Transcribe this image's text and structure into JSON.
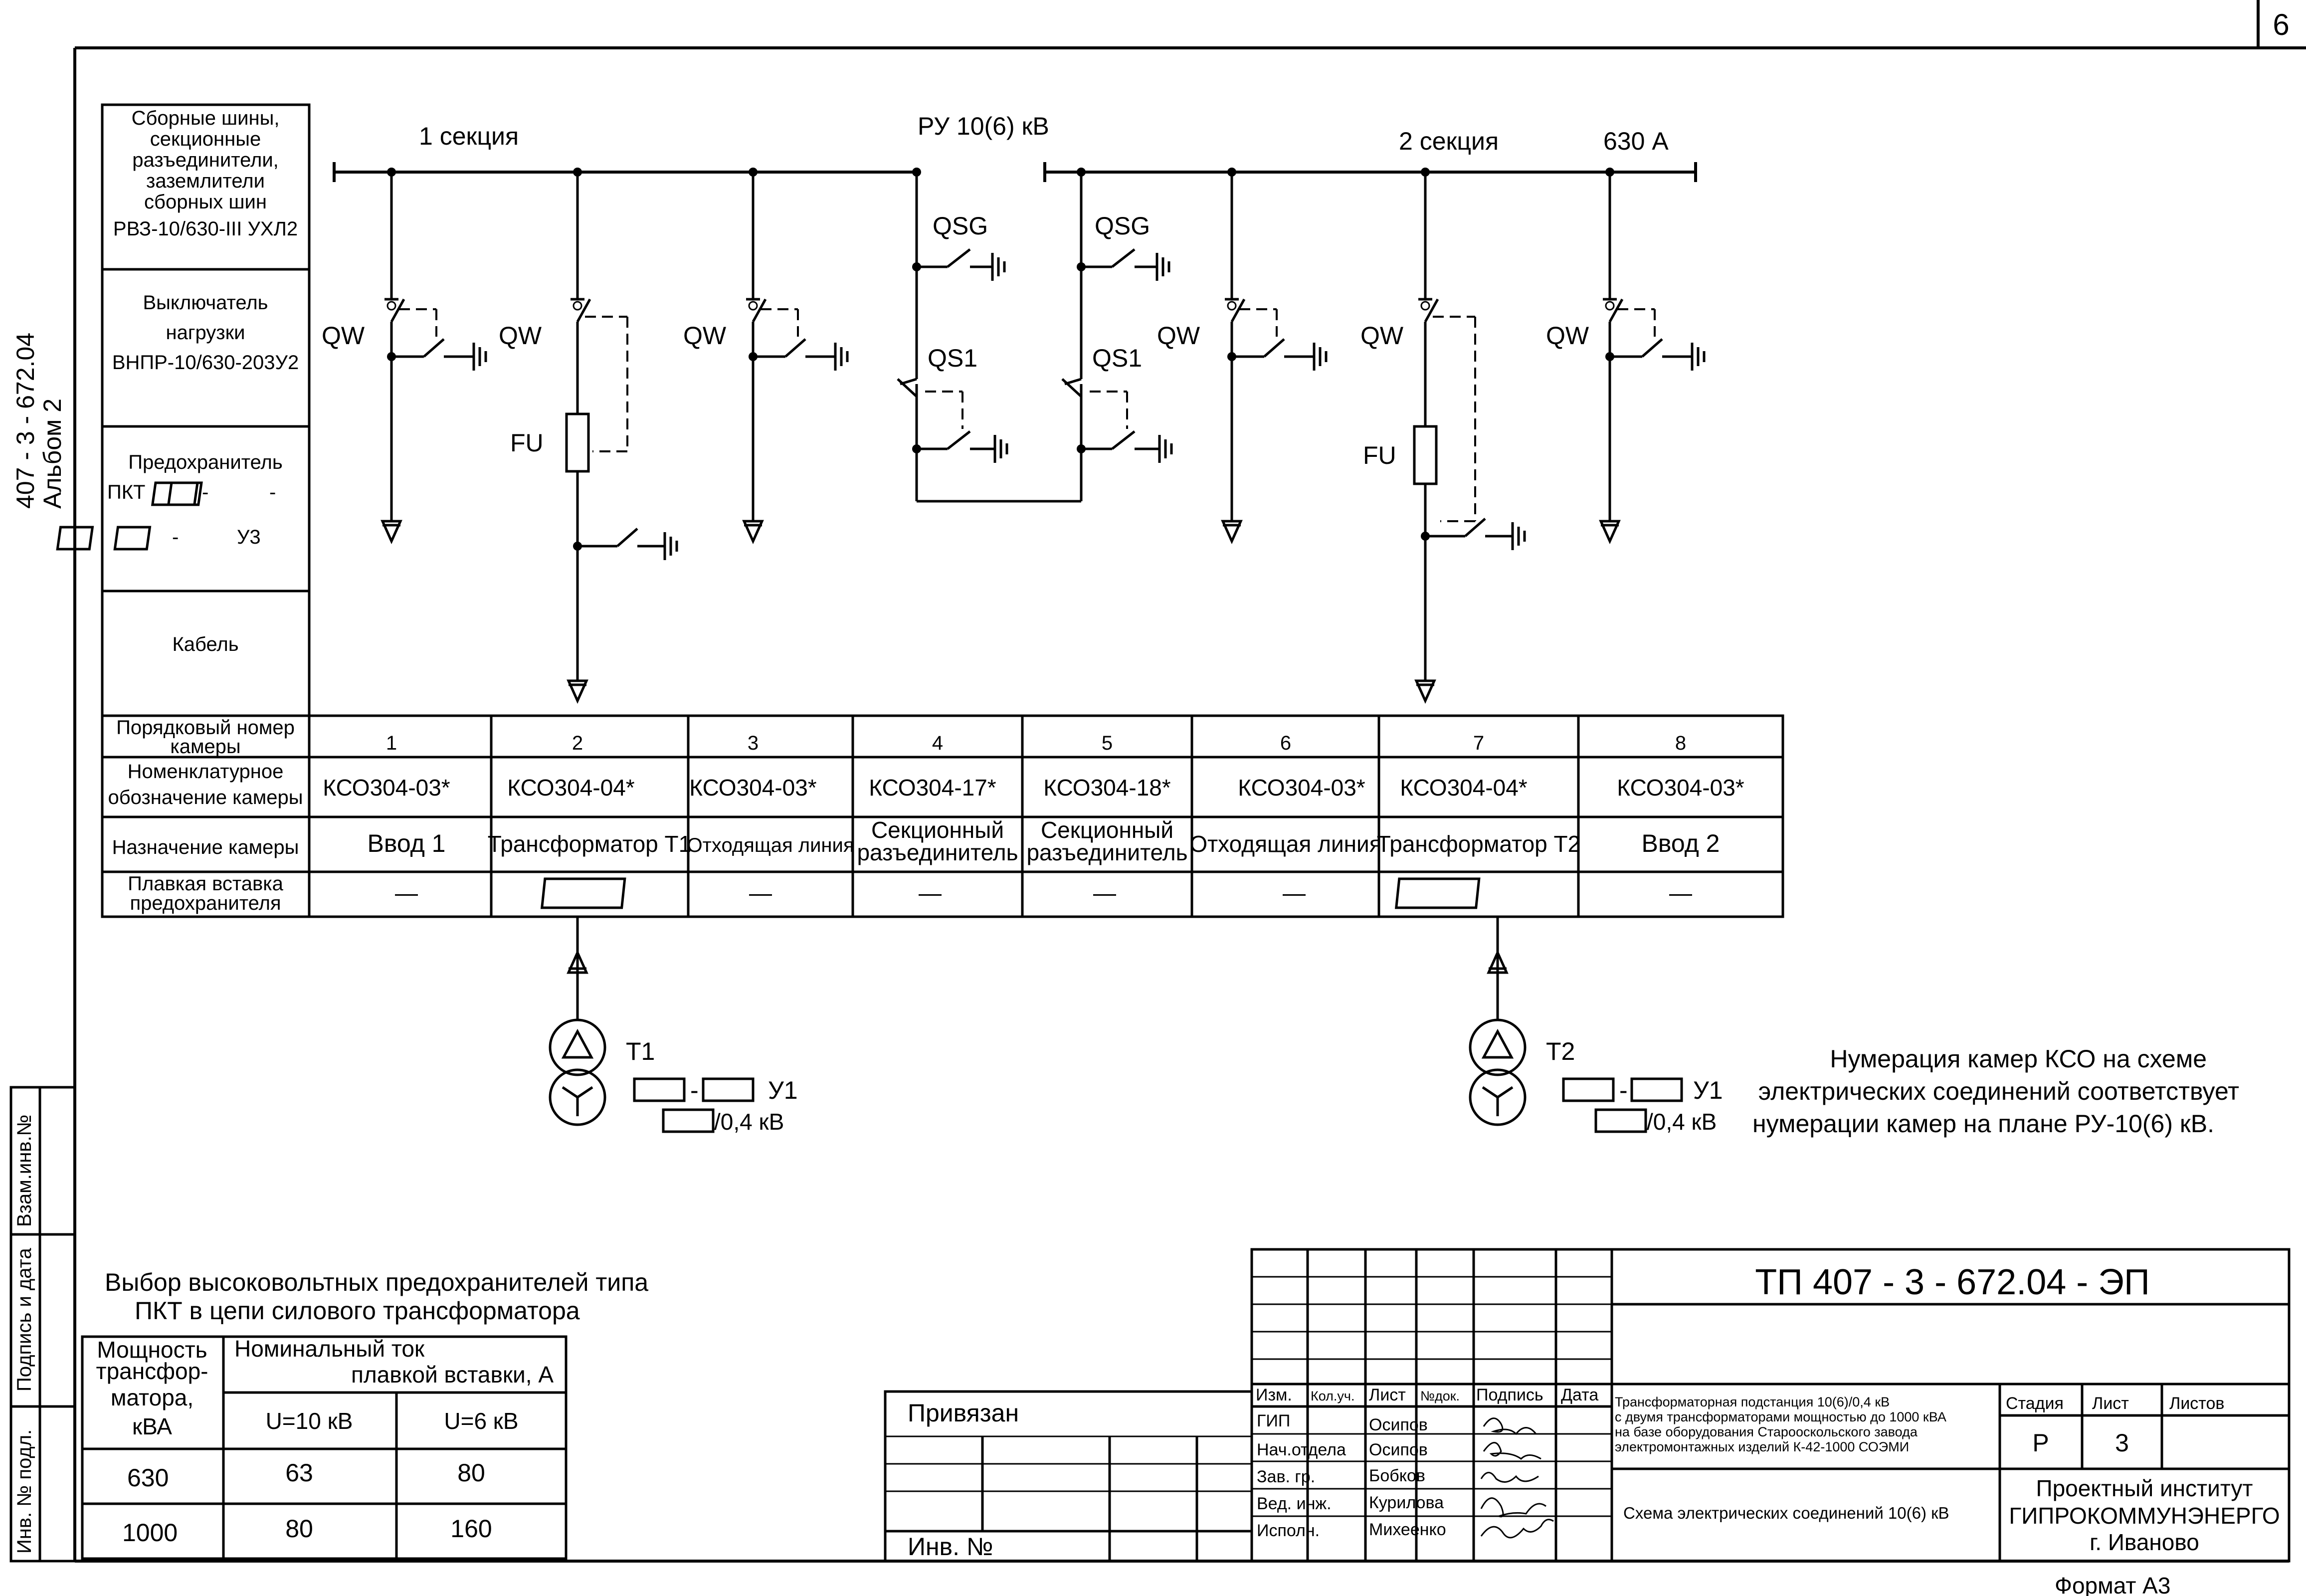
{
  "page": {
    "sheet_number": "6",
    "format": "Формат А3",
    "album_line1": "407 - 3 - 672.04",
    "album_line2": "Альбом 2"
  },
  "side_stamp": {
    "vzam_inv": "Взам.инв.№",
    "podpis_data": "Подпись и дата",
    "inv_podl": "Инв. № подл."
  },
  "legend": {
    "busbars": [
      "Сборные шины,",
      "секционные",
      "разъединители,",
      "заземлители",
      "сборных шин",
      "РВЗ-10/630-III УХЛ2"
    ],
    "switch": [
      "Выключатель",
      "нагрузки",
      "ВНПР-10/630-203У2"
    ],
    "fuse": [
      "Предохранитель",
      "ПКТ",
      "-",
      "-",
      "-",
      "У3"
    ],
    "cable": "Кабель"
  },
  "bus": {
    "section1": "1 секция",
    "ru": "РУ 10(6) кВ",
    "section2": "2 секция",
    "rating": "630 А"
  },
  "labels": {
    "qw": "QW",
    "qsg": "QSG",
    "qs1": "QS1",
    "fu": "FU"
  },
  "cell_table": {
    "row_headers": [
      [
        "Порядковый номер",
        "камеры"
      ],
      [
        "Номенклатурное",
        "обозначение камеры"
      ],
      [
        "Назначение камеры"
      ],
      [
        "Плавкая вставка",
        "предохранителя"
      ]
    ],
    "cells": [
      {
        "num": "1",
        "type": "КСО304-03*",
        "purpose": [
          "Ввод 1"
        ],
        "fuse": "—"
      },
      {
        "num": "2",
        "type": "КСО304-04*",
        "purpose": [
          "Трансформатор Т1"
        ],
        "fuse": ""
      },
      {
        "num": "3",
        "type": "КСО304-03*",
        "purpose": [
          "Отходящая линия"
        ],
        "fuse": "—"
      },
      {
        "num": "4",
        "type": "КСО304-17*",
        "purpose": [
          "Секционный",
          "разъединитель"
        ],
        "fuse": "—"
      },
      {
        "num": "5",
        "type": "КСО304-18*",
        "purpose": [
          "Секционный",
          "разъединитель"
        ],
        "fuse": "—"
      },
      {
        "num": "6",
        "type": "КСО304-03*",
        "purpose": [
          "Отходящая линия"
        ],
        "fuse": "—"
      },
      {
        "num": "7",
        "type": "КСО304-04*",
        "purpose": [
          "Трансформатор Т2"
        ],
        "fuse": ""
      },
      {
        "num": "8",
        "type": "КСО304-03*",
        "purpose": [
          "Ввод 2"
        ],
        "fuse": "—"
      }
    ]
  },
  "transformers": [
    {
      "name": "Т1",
      "sep": "-",
      "suffix": "У1",
      "voltage": "/0,4 кВ"
    },
    {
      "name": "Т2",
      "sep": "-",
      "suffix": "У1",
      "voltage": "/0,4 кВ"
    }
  ],
  "note": [
    "Нумерация камер КСО на схеме",
    "электрических соединений соответствует",
    "нумерации камер на плане РУ-10(6) кВ."
  ],
  "fuse_table": {
    "title": [
      "Выбор высоковольтных предохранителей типа",
      "ПКТ в цепи силового трансформатора"
    ],
    "power_header": [
      "Мощность",
      "трансфор-",
      "матора,",
      "кВА"
    ],
    "current_header": [
      "Номинальный ток",
      "плавкой вставки, А"
    ],
    "u10": "U=10 кВ",
    "u6": "U=6 кВ",
    "rows": [
      {
        "power": "630",
        "u10": "63",
        "u6": "80"
      },
      {
        "power": "1000",
        "u10": "80",
        "u6": "160"
      }
    ]
  },
  "binding": {
    "privyazan": "Привязан",
    "inv": "Инв. №"
  },
  "title_block": {
    "code": "ТП 407 - 3 - 672.04 - ЭП",
    "headers": [
      "Изм.",
      "Кол.уч.",
      "Лист",
      "№док.",
      "Подпись",
      "Дата"
    ],
    "roles": [
      {
        "role": "ГИП",
        "name": "Осипов"
      },
      {
        "role": "Нач.отдела",
        "name": "Осипов"
      },
      {
        "role": "Зав. гр.",
        "name": "Бобков"
      },
      {
        "role": "Вед. инж.",
        "name": "Курилова"
      },
      {
        "role": "Исполн.",
        "name": "Михеенко"
      }
    ],
    "description": [
      "Трансформаторная подстанция 10(6)/0,4 кВ",
      "с двумя трансформаторами мощностью до 1000 кВА",
      "на базе оборудования Старооскольского завода",
      "электромонтажных изделий К-42-1000 СОЭМИ"
    ],
    "sheet_title": "Схема электрических соединений 10(6) кВ",
    "stage_header": "Стадия",
    "sheet_header": "Лист",
    "sheets_header": "Листов",
    "stage": "Р",
    "sheet": "3",
    "sheets": "",
    "org": [
      "Проектный институт",
      "ГИПРОКОММУНЭНЕРГО",
      "г. Иваново"
    ]
  }
}
